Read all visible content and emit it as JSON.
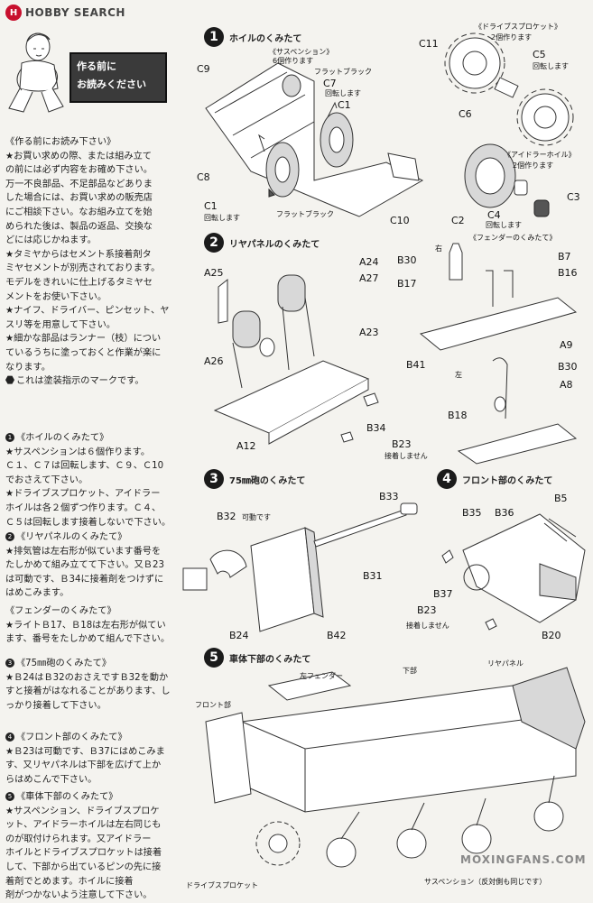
{
  "header": {
    "logo_badge": "H",
    "logo_text": "HOBBY SEARCH"
  },
  "notice": {
    "line1": "作る前に",
    "line2": "お読みください"
  },
  "left": {
    "intro_title": "《作る前にお読み下さい》",
    "intro_lines": [
      "★お買い求めの際、または組み立て",
      "の前には必ず内容をお確め下さい。",
      "万一不良部品、不足部品などありま",
      "した場合には、お買い求めの販売店",
      "にご相談下さい。なお組み立てを始",
      "められた後は、製品の返品、交換な",
      "どには応じかねます。",
      "★タミヤからはセメント系接着剤タ",
      "ミヤセメントが別売されております。",
      "モデルをきれいに仕上げるタミヤセ",
      "メントをお使い下さい。",
      "★ナイフ、ドライバー、ピンセット、ヤ",
      "スリ等を用意して下さい。",
      "★細かな部品はランナー（枝）につい",
      "ているうちに塗っておくと作業が楽に",
      "なります。"
    ],
    "paint_mark": "これは塗装指示のマークです。",
    "s1_num": "1",
    "s1_title": "《ホイルのくみたて》",
    "s1_lines": [
      "★サスペンションは６個作ります。",
      "Ｃ１、Ｃ７は回転します、Ｃ９、Ｃ10",
      "でおさえて下さい。",
      "★ドライブスプロケット、アイドラー",
      "ホイルは各２個ずつ作ります。Ｃ４、",
      "Ｃ５は回転します接着しないで下さい。"
    ],
    "s2_num": "2",
    "s2_title": "《リヤパネルのくみたて》",
    "s2_lines": [
      "★排気管は左右形が似ています番号を",
      "たしかめて組み立てて下さい。又Ｂ23",
      "は可動です、Ｂ34に接着剤をつけずに",
      "はめこみます。"
    ],
    "fender_title": "《フェンダーのくみたて》",
    "fender_lines": [
      "★ライトＢ17、Ｂ18は左右形が似てい",
      "ます、番号をたしかめて組んで下さい。"
    ],
    "s3_num": "3",
    "s3_title": "《75㎜砲のくみたて》",
    "s3_lines": [
      "★Ｂ24はＢ32のおさえですＢ32を動か",
      "すと接着がはなれることがあります、し",
      "っかり接着して下さい。"
    ],
    "s4_num": "4",
    "s4_title": "《フロント部のくみたて》",
    "s4_lines": [
      "★Ｂ23は可動です、Ｂ37にはめこみま",
      "す、又リヤパネルは下部を広げて上か",
      "らはめこんで下さい。"
    ],
    "s5_num": "5",
    "s5_title": "《車体下部のくみたて》",
    "s5_lines": [
      "★サスペンション、ドライブスプロケ",
      "ット、アイドラーホイルは左右同じも",
      "のが取付けられます。又アイドラー",
      "ホイルとドライブスプロケットは接着",
      "して、下部から出ているピンの先に接",
      "着剤でとめます。ホイルに接着",
      "剤がつかないよう注意して下さい。"
    ]
  },
  "diagram": {
    "step1": {
      "num": "1",
      "title": "ホイルのくみたて",
      "suspension": "《サスペンション》",
      "suspension_note": "6個作ります",
      "flat_black": "フラットブラック",
      "c7": "C7",
      "c7_note": "回転します",
      "c1a": "C1",
      "c9": "C9",
      "c8": "C8",
      "c1b": "C1",
      "c1b_note": "回転します",
      "flat_black2": "フラットブラック",
      "c10": "C10"
    },
    "sprocket": {
      "title": "《ドライブスプロケット》",
      "note": "2個作ります",
      "c11": "C11",
      "c5": "C5",
      "c5_note": "回転します",
      "c6": "C6"
    },
    "idler": {
      "title": "《アイドラーホイル》",
      "note": "2個作ります",
      "c3": "C3",
      "c2": "C2",
      "c4": "C4",
      "c4_note": "回転します"
    },
    "step2": {
      "num": "2",
      "title": "リヤパネルのくみたて",
      "a24": "A24",
      "a25": "A25",
      "a27": "A27",
      "a23": "A23",
      "a26": "A26",
      "b34": "B34",
      "b23": "B23",
      "b23_note": "接着しません",
      "a12": "A12"
    },
    "fender": {
      "title": "《フェンダーのくみたて》",
      "right": "右",
      "left": "左",
      "b30a": "B30",
      "b7": "B7",
      "b17": "B17",
      "b16": "B16",
      "a9": "A9",
      "b41": "B41",
      "b30b": "B30",
      "a8": "A8",
      "b18": "B18"
    },
    "step3": {
      "num": "3",
      "title": "75㎜砲のくみたて",
      "b33": "B33",
      "b32": "B32",
      "movable": "可動です",
      "b31": "B31",
      "b24": "B24",
      "b42": "B42"
    },
    "step4": {
      "num": "4",
      "title": "フロント部のくみたて",
      "b5": "B5",
      "b35": "B35",
      "b36": "B36",
      "b37": "B37",
      "b23": "B23",
      "b23_note": "接着しません",
      "b20": "B20"
    },
    "step5": {
      "num": "5",
      "title": "車体下部のくみたて",
      "left_fender": "左フェンダー",
      "lower": "下部",
      "rear_panel": "リヤパネル",
      "front": "フロント部",
      "sprocket": "ドライブスプロケット",
      "suspension": "サスペンション（反対側も同じです）"
    },
    "watermark": "MOXINGFANS.COM"
  }
}
